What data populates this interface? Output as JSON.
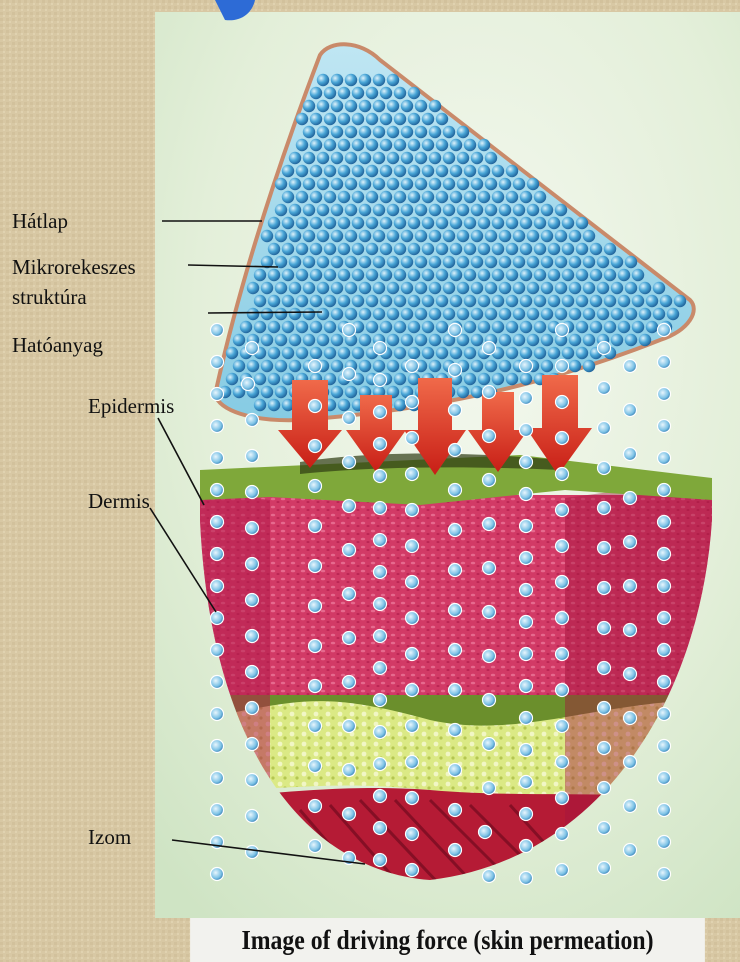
{
  "labels": {
    "backing": "Hátlap",
    "microcompartment_line1": "Mikrorekeszes",
    "microcompartment_line2": "struktúra",
    "active_ingredient": "Hatóanyag",
    "epidermis": "Epidermis",
    "dermis": "Dermis",
    "muscle": "Izom"
  },
  "caption": "Image of driving force (skin permeation)",
  "colors": {
    "parchment": "#d9c9a6",
    "panel_bg": "#eaf2e4",
    "dome": "#8fd0e6",
    "sphere": "#4aa7d8",
    "arrow": "#d92f22",
    "epidermis": "#7fa83a",
    "dermis": "#d02a5c",
    "fat": "#d7e87a",
    "muscle": "#c8203a"
  }
}
